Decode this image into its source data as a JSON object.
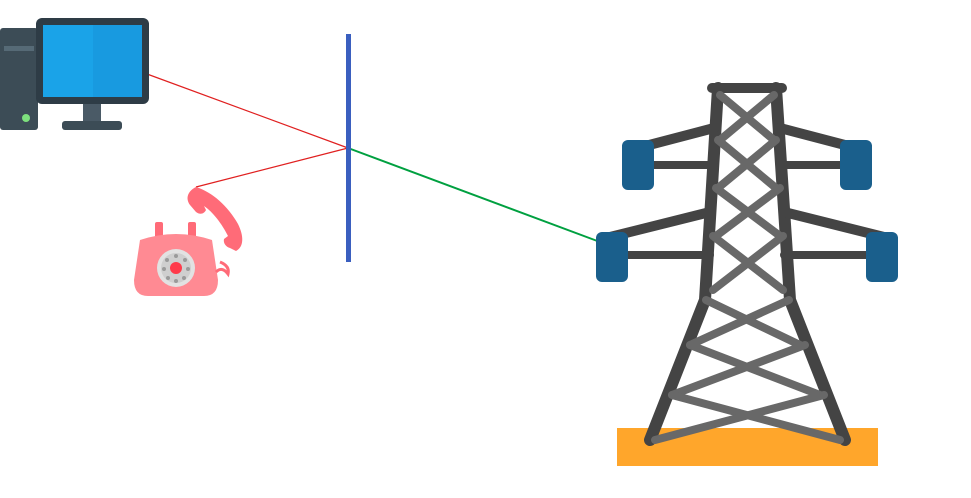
{
  "diagram": {
    "nodes": [
      {
        "id": "computer",
        "icon": "desktop-computer-icon"
      },
      {
        "id": "telephone",
        "icon": "rotary-telephone-icon"
      },
      {
        "id": "splitter",
        "icon": "vertical-bar"
      },
      {
        "id": "pylon",
        "icon": "power-transmission-tower-icon"
      }
    ],
    "edges": [
      {
        "from": "computer",
        "to": "splitter",
        "color": "#e02020"
      },
      {
        "from": "telephone",
        "to": "splitter",
        "color": "#e02020"
      },
      {
        "from": "splitter",
        "to": "pylon",
        "color": "#00a040"
      }
    ],
    "colors": {
      "data_line": "#e02020",
      "power_line": "#00a040",
      "splitter": "#3a5fbf",
      "monitor_screen": "#1aa3e8",
      "phone": "#ff7a84",
      "tower_frame": "#444444",
      "insulator": "#1a5f8c",
      "ground": "#ffa62b"
    }
  }
}
